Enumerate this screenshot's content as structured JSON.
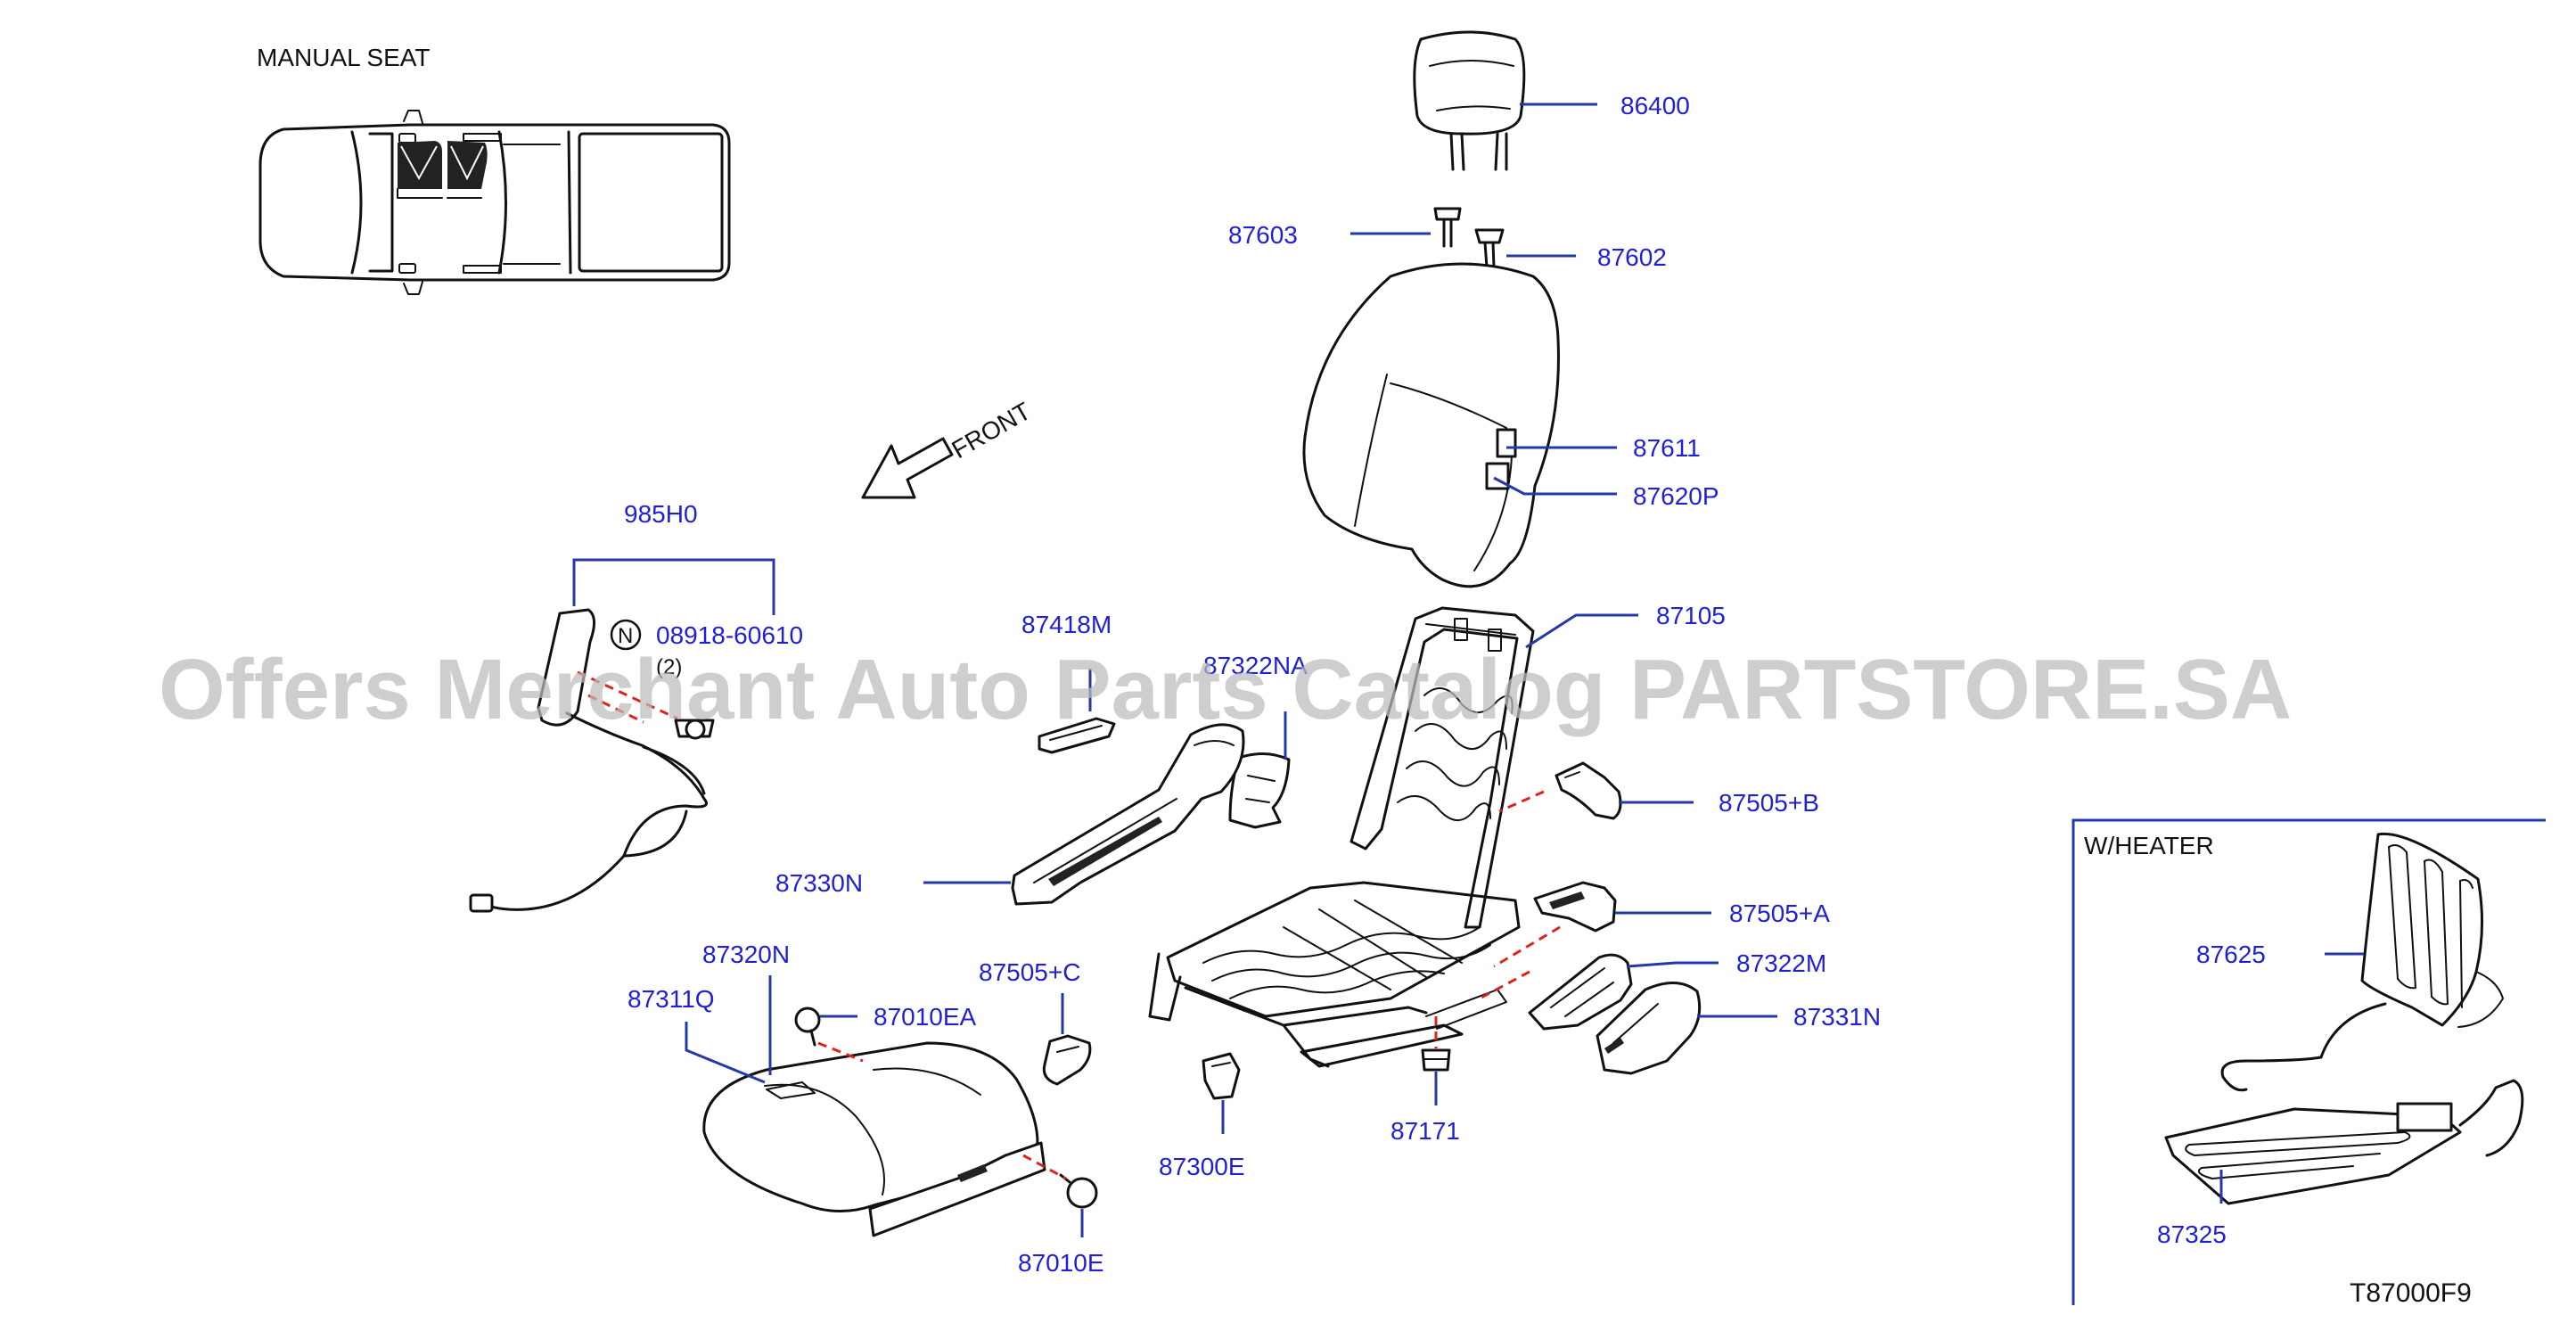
{
  "diagram": {
    "title": "MANUAL   SEAT",
    "front_label": "FRONT",
    "heater_box_title": "W/HEATER",
    "diagram_code": "T87000F9",
    "watermark": "Offers Merchant Auto Parts Catalog PARTSTORE.SA",
    "note_symbol": "N",
    "note_part": "08918-60610",
    "note_qty": "(2)",
    "colors": {
      "part_label": "#1f1fd6",
      "leader_line": "#2637a8",
      "hidden_link": "#e0221e",
      "line_art": "#111111"
    },
    "parts": {
      "p86400": "86400",
      "p87603": "87603",
      "p87602": "87602",
      "p87611": "87611",
      "p87620P": "87620P",
      "p985H0": "985H0",
      "p87105": "87105",
      "p87418M": "87418M",
      "p87322NA": "87322NA",
      "p87505B": "87505+B",
      "p87330N": "87330N",
      "p87505A": "87505+A",
      "p87320N": "87320N",
      "p87505C": "87505+C",
      "p87322M": "87322M",
      "p87311Q": "87311Q",
      "p87010EA": "87010EA",
      "p87331N": "87331N",
      "p87171": "87171",
      "p87300E": "87300E",
      "p87010E": "87010E",
      "p87625": "87625",
      "p87325": "87325"
    }
  }
}
